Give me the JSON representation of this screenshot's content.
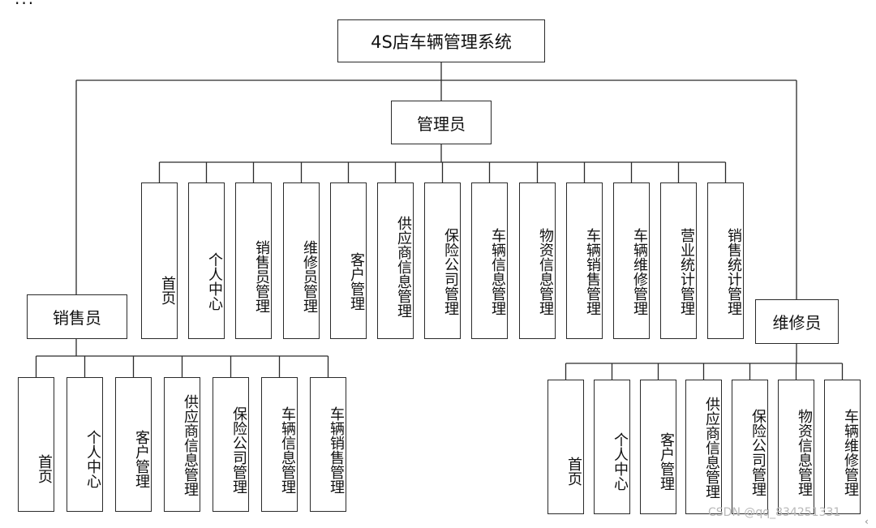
{
  "top_clipped_text": "...",
  "root": {
    "label": "4S店车辆管理系统"
  },
  "admin": {
    "label": "管理员",
    "modules": [
      "首页",
      "个人中心",
      "销售员管理",
      "维修员管理",
      "客户管理",
      "供应商信息管理",
      "保险公司管理",
      "车辆信息管理",
      "物资信息管理",
      "车辆销售管理",
      "车辆维修管理",
      "营业统计管理",
      "销售统计管理"
    ]
  },
  "sales": {
    "label": "销售员",
    "modules": [
      "首页",
      "个人中心",
      "客户管理",
      "供应商信息管理",
      "保险公司管理",
      "车辆信息管理",
      "车辆销售管理"
    ]
  },
  "repair": {
    "label": "维修员",
    "modules": [
      "首页",
      "个人中心",
      "客户管理",
      "供应商信息管理",
      "保险公司管理",
      "物资信息管理",
      "车辆维修管理"
    ]
  },
  "watermark": "CSDN @qq_834251331",
  "side_glyph": "‹"
}
